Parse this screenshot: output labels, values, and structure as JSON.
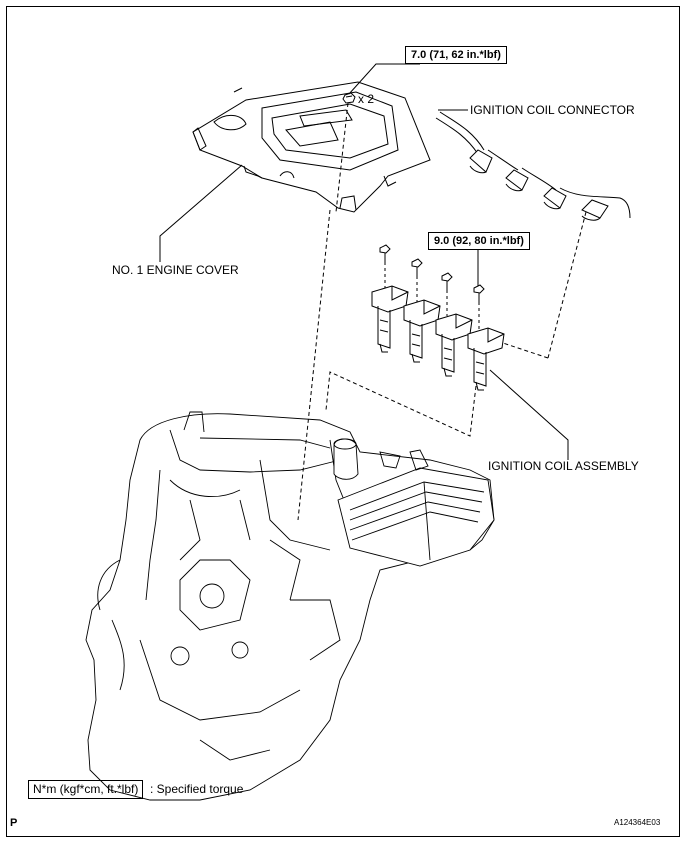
{
  "labels": {
    "torque_cover": "7.0 (71, 62 in.*lbf)",
    "quantity": "x 2",
    "coil_connector": "IGNITION COIL CONNECTOR",
    "engine_cover": "NO. 1 ENGINE COVER",
    "torque_coil": "9.0 (92, 80 in.*lbf)",
    "coil_assembly": "IGNITION COIL ASSEMBLY"
  },
  "legend": {
    "unit_box": "N*m (kgf*cm, ft.*lbf)",
    "description": ": Specified torque"
  },
  "footer": {
    "page_mark": "P",
    "figure_id": "A124364E03"
  }
}
